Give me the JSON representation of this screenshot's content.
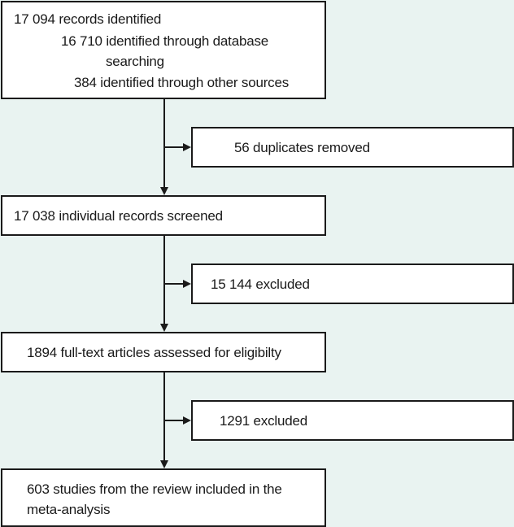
{
  "flowchart": {
    "records_identified": {
      "main": "17 094 records identified",
      "database": "16 710 identified through database",
      "database_cont": "searching",
      "other": "384 identified through other sources"
    },
    "duplicates_removed": "56 duplicates removed",
    "screened": "17 038 individual records screened",
    "excluded_1": "15 144 excluded",
    "fulltext_assessed": "1894 full-text articles assessed for eligibilty",
    "excluded_2": "1291 excluded",
    "included": {
      "line1": "603 studies from the review included in the",
      "line2": "meta-analysis"
    }
  }
}
